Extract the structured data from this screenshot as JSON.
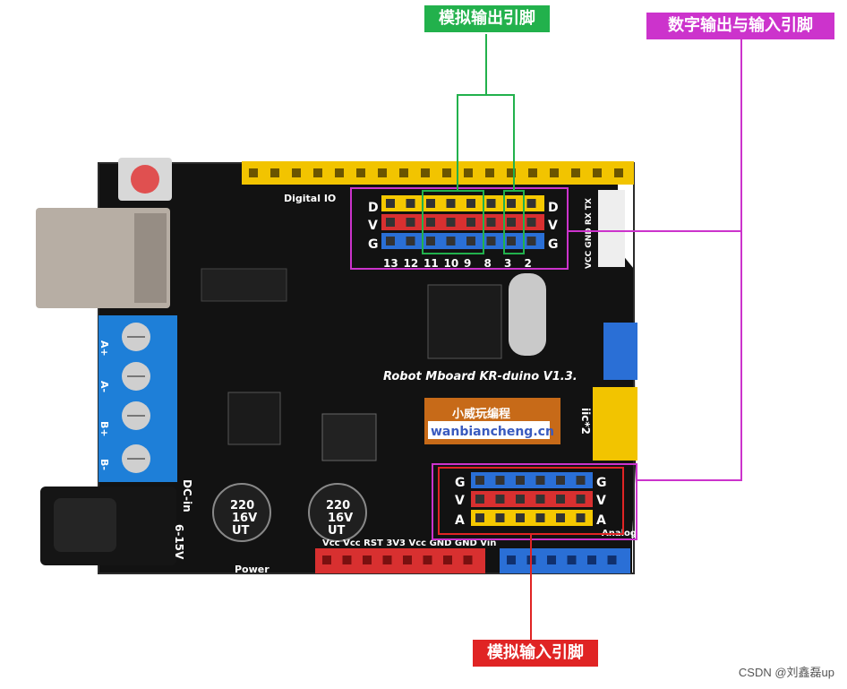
{
  "labels": {
    "analog_output": "模拟输出引脚",
    "digital_io": "数字输出与输入引脚",
    "analog_input": "模拟输入引脚"
  },
  "board": {
    "title": "Robot Mboard  KR-duino V1.3.",
    "digital_io_silk": "Digital IO",
    "row_d": "D",
    "row_v": "V",
    "row_g": "G",
    "row_a": "A",
    "pin_numbers": [
      "13",
      "12",
      "11",
      "10",
      "9",
      "8",
      "3",
      "2"
    ],
    "serial_silk": "VCC GND RX TX",
    "iic_silk": "iic*2",
    "dc_in": "DC-in",
    "voltage": "6-15V",
    "power": "Power",
    "power_pins": "Vcc Vcc RST 3V3 Vcc GND GND Vin",
    "analog_silk": "Analog",
    "motor_terms": [
      "A+",
      "A-",
      "B+",
      "B-"
    ],
    "cap_left": [
      "220",
      "16V",
      "UT"
    ],
    "cap_right": [
      "220",
      "16V",
      "UT"
    ]
  },
  "brand": {
    "cn": "小威玩编程",
    "url": "wanbiancheng.cn"
  },
  "watermark": "CSDN @刘鑫磊up",
  "colors": {
    "green": "#22b14c",
    "magenta": "#cc33cc",
    "red": "#e02424",
    "pcb": "#111111",
    "header_yellow": "#f5c800",
    "header_red": "#d83030",
    "header_blue": "#2a6fd6",
    "terminal_blue": "#1e7fd8"
  }
}
